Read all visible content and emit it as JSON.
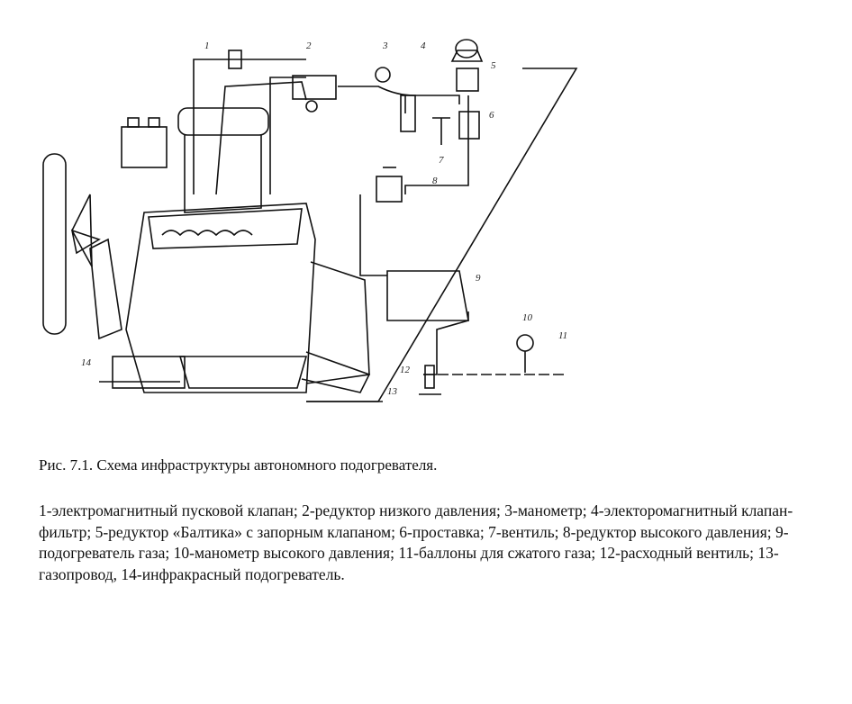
{
  "figure": {
    "callouts": [
      "1",
      "2",
      "3",
      "4",
      "5",
      "6",
      "7",
      "8",
      "9",
      "10",
      "11",
      "12",
      "13",
      "14"
    ]
  },
  "caption": "Рис. 7.1. Схема инфраструктуры автономного подогревателя.",
  "legend": "1-электромагнитный пусковой клапан; 2-редуктор низкого давления; 3-манометр; 4-электоромагнитный клапан-фильтр; 5-редуктор «Балтика» с запорным клапаном; 6-проставка; 7-вентиль; 8-редуктор высокого давления; 9-подогреватель газа; 10-манометр высокого давления; 11-баллоны для сжатого газа; 12-расходный вентиль; 13-газопровод, 14-инфракрасный подогреватель."
}
